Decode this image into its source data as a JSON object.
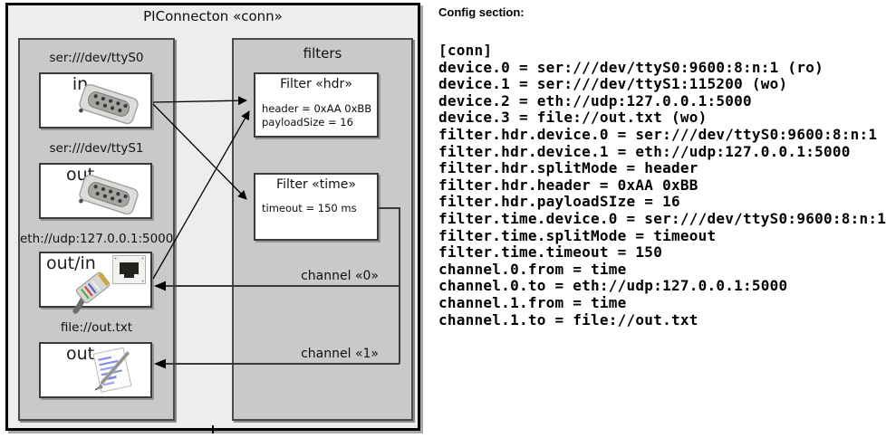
{
  "diagram": {
    "title": "PIConnecton «conn»",
    "devices_panel": {
      "devices": [
        {
          "label": "ser:///dev/ttyS0",
          "direction": "in",
          "icon": "serial-connector-photo"
        },
        {
          "label": "ser:///dev/ttyS1",
          "direction": "out",
          "icon": "serial-connector-photo"
        },
        {
          "label": "eth://udp:127.0.0.1:5000",
          "direction": "out/in",
          "icon": "ethernet-connector-photo"
        },
        {
          "label": "file://out.txt",
          "direction": "out",
          "icon": "notes-file-icon"
        }
      ]
    },
    "filters_panel": {
      "title": "filters",
      "filters": [
        {
          "title": "Filter «hdr»",
          "properties": [
            "header = 0xAA 0xBB",
            "payloadSize = 16"
          ]
        },
        {
          "title": "Filter «time»",
          "properties": [
            "timeout = 150 ms"
          ]
        }
      ],
      "channels": [
        {
          "label": "channel «0»"
        },
        {
          "label": "channel «1»"
        }
      ]
    }
  },
  "config": {
    "title": "Config section:",
    "lines": [
      "[conn]",
      "device.0 = ser:///dev/ttyS0:9600:8:n:1 (ro)",
      "device.1 = ser:///dev/ttyS1:115200 (wo)",
      "device.2 = eth://udp:127.0.0.1:5000",
      "device.3 = file://out.txt (wo)",
      "filter.hdr.device.0 = ser:///dev/ttyS0:9600:8:n:1",
      "filter.hdr.device.1 = eth://udp:127.0.0.1:5000",
      "filter.hdr.splitMode = header",
      "filter.hdr.header = 0xAA 0xBB",
      "filter.hdr.payloadSIze = 16",
      "filter.time.device.0 = ser:///dev/ttyS0:9600:8:n:1",
      "filter.time.splitMode = timeout",
      "filter.time.timeout = 150",
      "channel.0.from = time",
      "channel.0.to = eth://udp:127.0.0.1:5000",
      "channel.1.from = time",
      "channel.1.to = file://out.txt"
    ]
  },
  "colors": {
    "outer_bg": "#ededed",
    "panel_bg": "#c9c9c9",
    "box_bg": "#ffffff",
    "border_dark": "#3a3a3a",
    "line": "#000000"
  }
}
